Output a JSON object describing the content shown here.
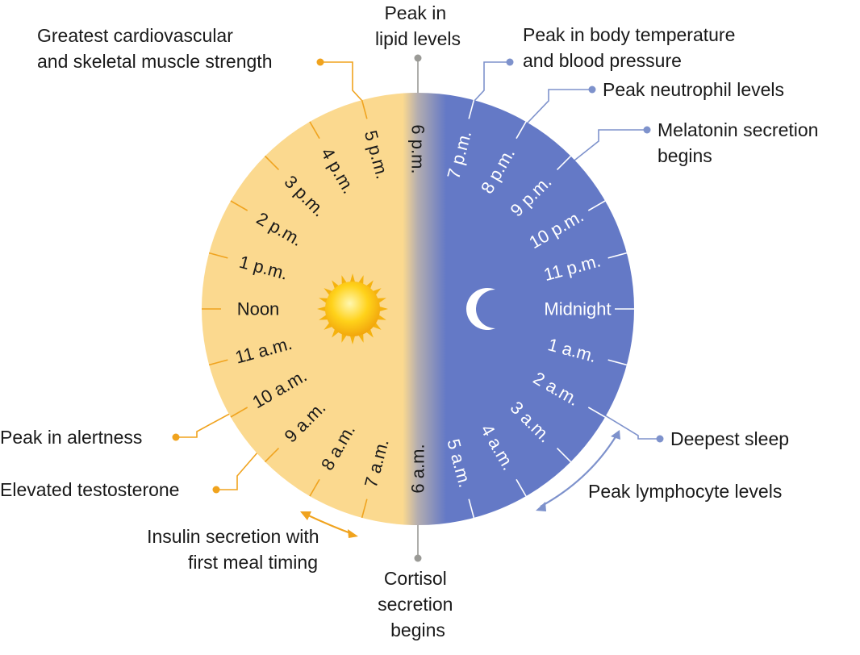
{
  "colors": {
    "day_fill": "#fbd98f",
    "night_fill": "#6479c6",
    "day_leader": "#f0a31e",
    "night_leader": "#7e92cc",
    "axis_leader": "#9a9a96",
    "sun_core": "#ffd21a",
    "moon": "#ffffff"
  },
  "icons": {
    "day": "sun-icon",
    "night": "crescent-moon-icon"
  },
  "hours": [
    {
      "label": "6 a.m.",
      "side": "day"
    },
    {
      "label": "7 a.m.",
      "side": "day"
    },
    {
      "label": "8 a.m.",
      "side": "day"
    },
    {
      "label": "9 a.m.",
      "side": "day"
    },
    {
      "label": "10 a.m.",
      "side": "day"
    },
    {
      "label": "11 a.m.",
      "side": "day"
    },
    {
      "label": "Noon",
      "side": "day"
    },
    {
      "label": "1 p.m.",
      "side": "day"
    },
    {
      "label": "2 p.m.",
      "side": "day"
    },
    {
      "label": "3 p.m.",
      "side": "day"
    },
    {
      "label": "4 p.m.",
      "side": "day"
    },
    {
      "label": "5 p.m.",
      "side": "day"
    },
    {
      "label": "6 p.m.",
      "side": "day"
    },
    {
      "label": "7 p.m.",
      "side": "night"
    },
    {
      "label": "8 p.m.",
      "side": "night"
    },
    {
      "label": "9 p.m.",
      "side": "night"
    },
    {
      "label": "10 p.m.",
      "side": "night"
    },
    {
      "label": "11 p.m.",
      "side": "night"
    },
    {
      "label": "Midnight",
      "side": "night"
    },
    {
      "label": "1 a.m.",
      "side": "night"
    },
    {
      "label": "2 a.m.",
      "side": "night"
    },
    {
      "label": "3 a.m.",
      "side": "night"
    },
    {
      "label": "4 a.m.",
      "side": "night"
    },
    {
      "label": "5 a.m.",
      "side": "night"
    }
  ],
  "annotations": {
    "muscle": {
      "lines": [
        "Greatest cardiovascular",
        "and skeletal muscle strength"
      ],
      "hour": "5 p.m."
    },
    "lipid": {
      "lines": [
        "Peak in",
        "lipid levels"
      ],
      "hour": "6 p.m."
    },
    "temperature": {
      "lines": [
        "Peak in body temperature",
        "and blood pressure"
      ],
      "hour": "7 p.m."
    },
    "neutrophil": {
      "lines": [
        "Peak neutrophil levels"
      ],
      "hour": "8 p.m."
    },
    "melatonin": {
      "lines": [
        "Melatonin secretion",
        "begins"
      ],
      "hour": "9 p.m."
    },
    "sleep": {
      "lines": [
        "Deepest sleep"
      ],
      "hour": "2 a.m."
    },
    "lymphocyte": {
      "lines": [
        "Peak lymphocyte levels"
      ]
    },
    "cortisol": {
      "lines": [
        "Cortisol",
        "secretion",
        "begins"
      ],
      "hour": "6 a.m."
    },
    "insulin": {
      "lines": [
        "Insulin secretion with",
        "first meal timing"
      ]
    },
    "testosterone": {
      "lines": [
        "Elevated testosterone"
      ],
      "hour": "9 a.m."
    },
    "alertness": {
      "lines": [
        "Peak in alertness"
      ],
      "hour": "10 a.m."
    }
  }
}
